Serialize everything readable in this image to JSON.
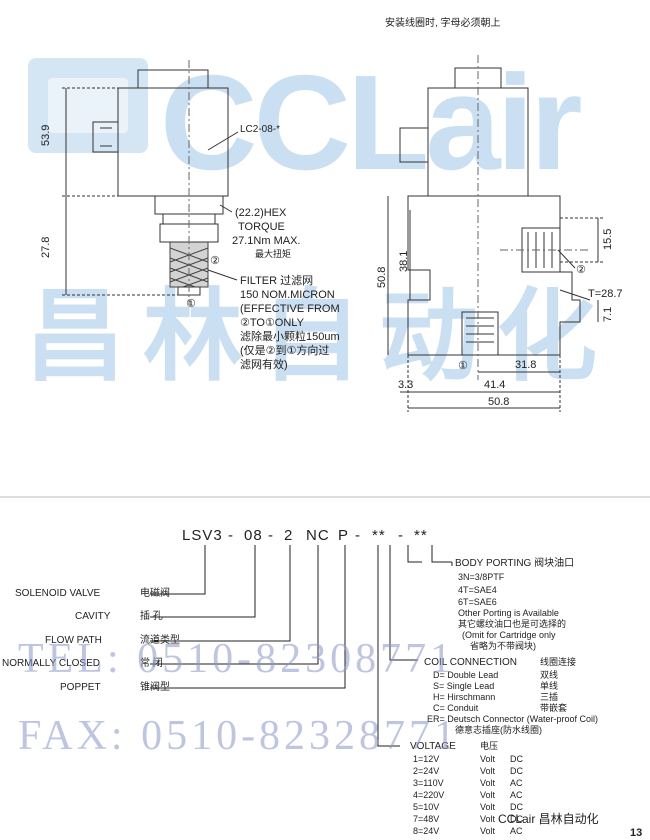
{
  "header": {
    "install_note": "安装线圈时, 字母必须朝上"
  },
  "watermark": {
    "logo_latin": "CCLair",
    "logo_chinese": "昌林自动化",
    "tel": "TEL: 0510-82308771",
    "fax": "FAX: 0510-82328771"
  },
  "left_drawing": {
    "dim_53_9": "53.9",
    "dim_27_8": "27.8",
    "coil_label": "LC2-08-*",
    "hex_label": "(22.2)HEX",
    "torque_label": "TORQUE",
    "torque_value": "27.1Nm MAX.",
    "torque_cn": "最大扭矩",
    "port2": "②",
    "port1": "①",
    "filter_lines": [
      "FILTER 过滤网",
      "150 NOM.MICRON",
      "(EFFECTIVE FROM",
      "②TO①ONLY",
      "滤除最小颗粒150um",
      "(仅是②到①方向过",
      "滤网有效)"
    ]
  },
  "right_drawing": {
    "dim_50_8_v": "50.8",
    "dim_38_1": "38.1",
    "dim_15_5": "15.5",
    "dim_7_1": "7.1",
    "port2": "②",
    "port1": "①",
    "t_label": "T=28.7",
    "dim_31_8": "31.8",
    "dim_3_3": "3.3",
    "dim_41_4": "41.4",
    "dim_50_8_h": "50.8"
  },
  "model_code": {
    "parts": [
      "LSV3",
      "-",
      "08",
      "-",
      "2",
      "NC",
      "P",
      "-",
      "**",
      "-",
      "**"
    ]
  },
  "code_labels": [
    {
      "en": "SOLENOID VALVE",
      "cn": "电磁阀"
    },
    {
      "en": "CAVITY",
      "cn": "插   孔"
    },
    {
      "en": "FLOW PATH",
      "cn": "流道类型"
    },
    {
      "en": "NORMALLY CLOSED",
      "cn": "常   闭"
    },
    {
      "en": "POPPET",
      "cn": "锥阀型"
    }
  ],
  "body_porting": {
    "title": "BODY PORTING  阀块油口",
    "lines": [
      "3N=3/8PTF",
      "4T=SAE4",
      "6T=SAE6",
      "Other Porting is Available",
      "其它螺纹油口也是可选择的",
      "(Omit for Cartridge only",
      "省略为不带阀块)"
    ]
  },
  "coil_connection": {
    "title": "COIL CONNECTION",
    "title_cn": "线圈连接",
    "items": [
      {
        "code": "D= Double Lead",
        "cn": "双线"
      },
      {
        "code": "S= Single Lead",
        "cn": "单线"
      },
      {
        "code": "H= Hirschmann",
        "cn": "三插"
      },
      {
        "code": "C= Conduit",
        "cn": "带嵌套"
      },
      {
        "code": "ER= Deutsch Connector (Water-proof Coil)",
        "cn": ""
      },
      {
        "code": "德意志插座(防水线圈)",
        "cn": ""
      }
    ]
  },
  "voltage": {
    "title": "VOLTAGE",
    "title_cn": "电压",
    "items": [
      {
        "code": "1=12V",
        "unit": "Volt",
        "type": "DC"
      },
      {
        "code": "2=24V",
        "unit": "Volt",
        "type": "DC"
      },
      {
        "code": "3=110V",
        "unit": "Volt",
        "type": "AC"
      },
      {
        "code": "4=220V",
        "unit": "Volt",
        "type": "AC"
      },
      {
        "code": "5=10V",
        "unit": "Volt",
        "type": "DC"
      },
      {
        "code": "7=48V",
        "unit": "Volt",
        "type": "DC"
      },
      {
        "code": "8=24V",
        "unit": "Volt",
        "type": "AC"
      }
    ]
  },
  "footer": {
    "brand": "CCLair 昌林自动化",
    "page_number": "13"
  }
}
